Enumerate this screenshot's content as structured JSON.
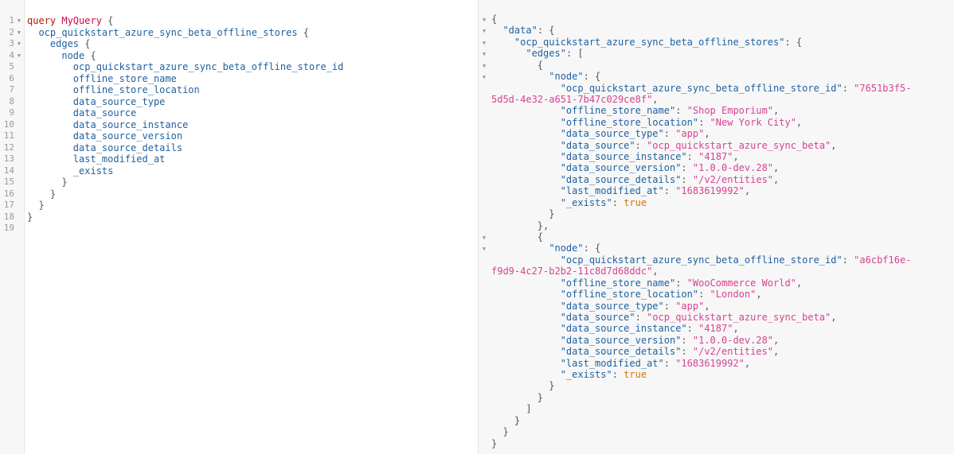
{
  "query_editor": {
    "lines": [
      {
        "num": "1",
        "fold": true
      },
      {
        "num": "2",
        "fold": true
      },
      {
        "num": "3",
        "fold": true
      },
      {
        "num": "4",
        "fold": true
      },
      {
        "num": "5"
      },
      {
        "num": "6"
      },
      {
        "num": "7"
      },
      {
        "num": "8"
      },
      {
        "num": "9"
      },
      {
        "num": "10"
      },
      {
        "num": "11"
      },
      {
        "num": "12"
      },
      {
        "num": "13"
      },
      {
        "num": "14"
      },
      {
        "num": "15"
      },
      {
        "num": "16"
      },
      {
        "num": "17"
      },
      {
        "num": "18"
      },
      {
        "num": "19"
      }
    ],
    "keyword": "query",
    "operation_name": "MyQuery",
    "root_field": "ocp_quickstart_azure_sync_beta_offline_stores",
    "edges_field": "edges",
    "node_field": "node",
    "fields": [
      "ocp_quickstart_azure_sync_beta_offline_store_id",
      "offline_store_name",
      "offline_store_location",
      "data_source_type",
      "data_source",
      "data_source_instance",
      "data_source_version",
      "data_source_details",
      "last_modified_at",
      "_exists"
    ]
  },
  "result_viewer": {
    "data_key": "\"data\"",
    "root_key": "\"ocp_quickstart_azure_sync_beta_offline_stores\"",
    "edges_key": "\"edges\"",
    "node_key": "\"node\"",
    "keys": {
      "id": "\"ocp_quickstart_azure_sync_beta_offline_store_id\"",
      "name": "\"offline_store_name\"",
      "location": "\"offline_store_location\"",
      "type": "\"data_source_type\"",
      "source": "\"data_source\"",
      "instance": "\"data_source_instance\"",
      "version": "\"data_source_version\"",
      "details": "\"data_source_details\"",
      "modified": "\"last_modified_at\"",
      "exists": "\"_exists\""
    },
    "nodes": [
      {
        "id_part1": "\"7651b3f5-",
        "id_part2": "5d5d-4e32-a651-7b47c029ce8f\"",
        "name": "\"Shop Emporium\"",
        "location": "\"New York City\"",
        "type": "\"app\"",
        "source": "\"ocp_quickstart_azure_sync_beta\"",
        "instance": "\"4187\"",
        "version": "\"1.0.0-dev.28\"",
        "details": "\"/v2/entities\"",
        "modified": "\"1683619992\"",
        "exists": "true"
      },
      {
        "id_part1": "\"a6cbf16e-",
        "id_part2": "f9d9-4c27-b2b2-11c8d7d68ddc\"",
        "name": "\"WooCommerce World\"",
        "location": "\"London\"",
        "type": "\"app\"",
        "source": "\"ocp_quickstart_azure_sync_beta\"",
        "instance": "\"4187\"",
        "version": "\"1.0.0-dev.28\"",
        "details": "\"/v2/entities\"",
        "modified": "\"1683619992\"",
        "exists": "true"
      }
    ]
  }
}
